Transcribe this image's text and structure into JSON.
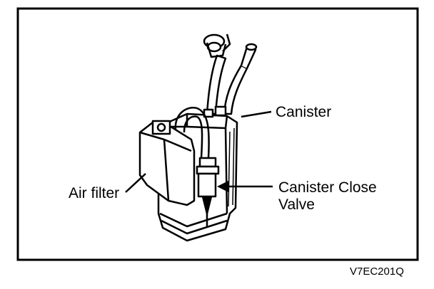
{
  "labels": {
    "canister": "Canister",
    "canister_close_valve_line1": "Canister Close",
    "canister_close_valve_line2": "Valve",
    "air_filter": "Air filter"
  },
  "figure_code": "V7EC201Q"
}
